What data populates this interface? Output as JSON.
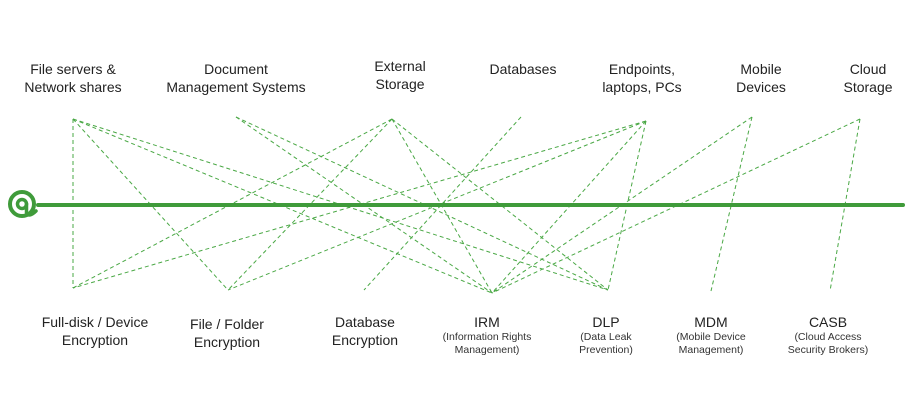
{
  "colors": {
    "main_line": "#3f9b3a",
    "link_line": "#4aa845",
    "logo": "#3f9b3a",
    "text": "#222222"
  },
  "logo_icon": "at-sign-logo-icon",
  "sources": [
    {
      "id": "file-servers",
      "lines": [
        "File servers &",
        "Network shares"
      ]
    },
    {
      "id": "document-management",
      "lines": [
        "Document",
        "Management Systems"
      ]
    },
    {
      "id": "external-storage",
      "lines": [
        "External",
        "Storage"
      ]
    },
    {
      "id": "databases",
      "lines": [
        "Databases"
      ]
    },
    {
      "id": "endpoints",
      "lines": [
        "Endpoints,",
        "laptops, PCs"
      ]
    },
    {
      "id": "mobile-devices",
      "lines": [
        "Mobile",
        "Devices"
      ]
    },
    {
      "id": "cloud-storage",
      "lines": [
        "Cloud",
        "Storage"
      ]
    }
  ],
  "technologies": [
    {
      "id": "full-disk-encryption",
      "lines": [
        "Full-disk / Device",
        "Encryption"
      ],
      "sub": []
    },
    {
      "id": "file-folder-encryption",
      "lines": [
        "File / Folder",
        "Encryption"
      ],
      "sub": []
    },
    {
      "id": "database-encryption",
      "lines": [
        "Database",
        "Encryption"
      ],
      "sub": []
    },
    {
      "id": "irm",
      "lines": [
        "IRM"
      ],
      "sub": [
        "(Information Rights",
        "Management)"
      ]
    },
    {
      "id": "dlp",
      "lines": [
        "DLP"
      ],
      "sub": [
        "(Data Leak",
        "Prevention)"
      ]
    },
    {
      "id": "mdm",
      "lines": [
        "MDM"
      ],
      "sub": [
        "(Mobile Device",
        "Management)"
      ]
    },
    {
      "id": "casb",
      "lines": [
        "CASB"
      ],
      "sub": [
        "(Cloud Access",
        "Security Brokers)"
      ]
    }
  ],
  "connections": [
    [
      "file-servers",
      "full-disk-encryption"
    ],
    [
      "file-servers",
      "file-folder-encryption"
    ],
    [
      "file-servers",
      "irm"
    ],
    [
      "file-servers",
      "dlp"
    ],
    [
      "document-management",
      "irm"
    ],
    [
      "document-management",
      "dlp"
    ],
    [
      "external-storage",
      "full-disk-encryption"
    ],
    [
      "external-storage",
      "file-folder-encryption"
    ],
    [
      "external-storage",
      "irm"
    ],
    [
      "external-storage",
      "dlp"
    ],
    [
      "databases",
      "database-encryption"
    ],
    [
      "endpoints",
      "full-disk-encryption"
    ],
    [
      "endpoints",
      "file-folder-encryption"
    ],
    [
      "endpoints",
      "irm"
    ],
    [
      "endpoints",
      "dlp"
    ],
    [
      "mobile-devices",
      "irm"
    ],
    [
      "mobile-devices",
      "mdm"
    ],
    [
      "cloud-storage",
      "irm"
    ],
    [
      "cloud-storage",
      "casb"
    ]
  ]
}
